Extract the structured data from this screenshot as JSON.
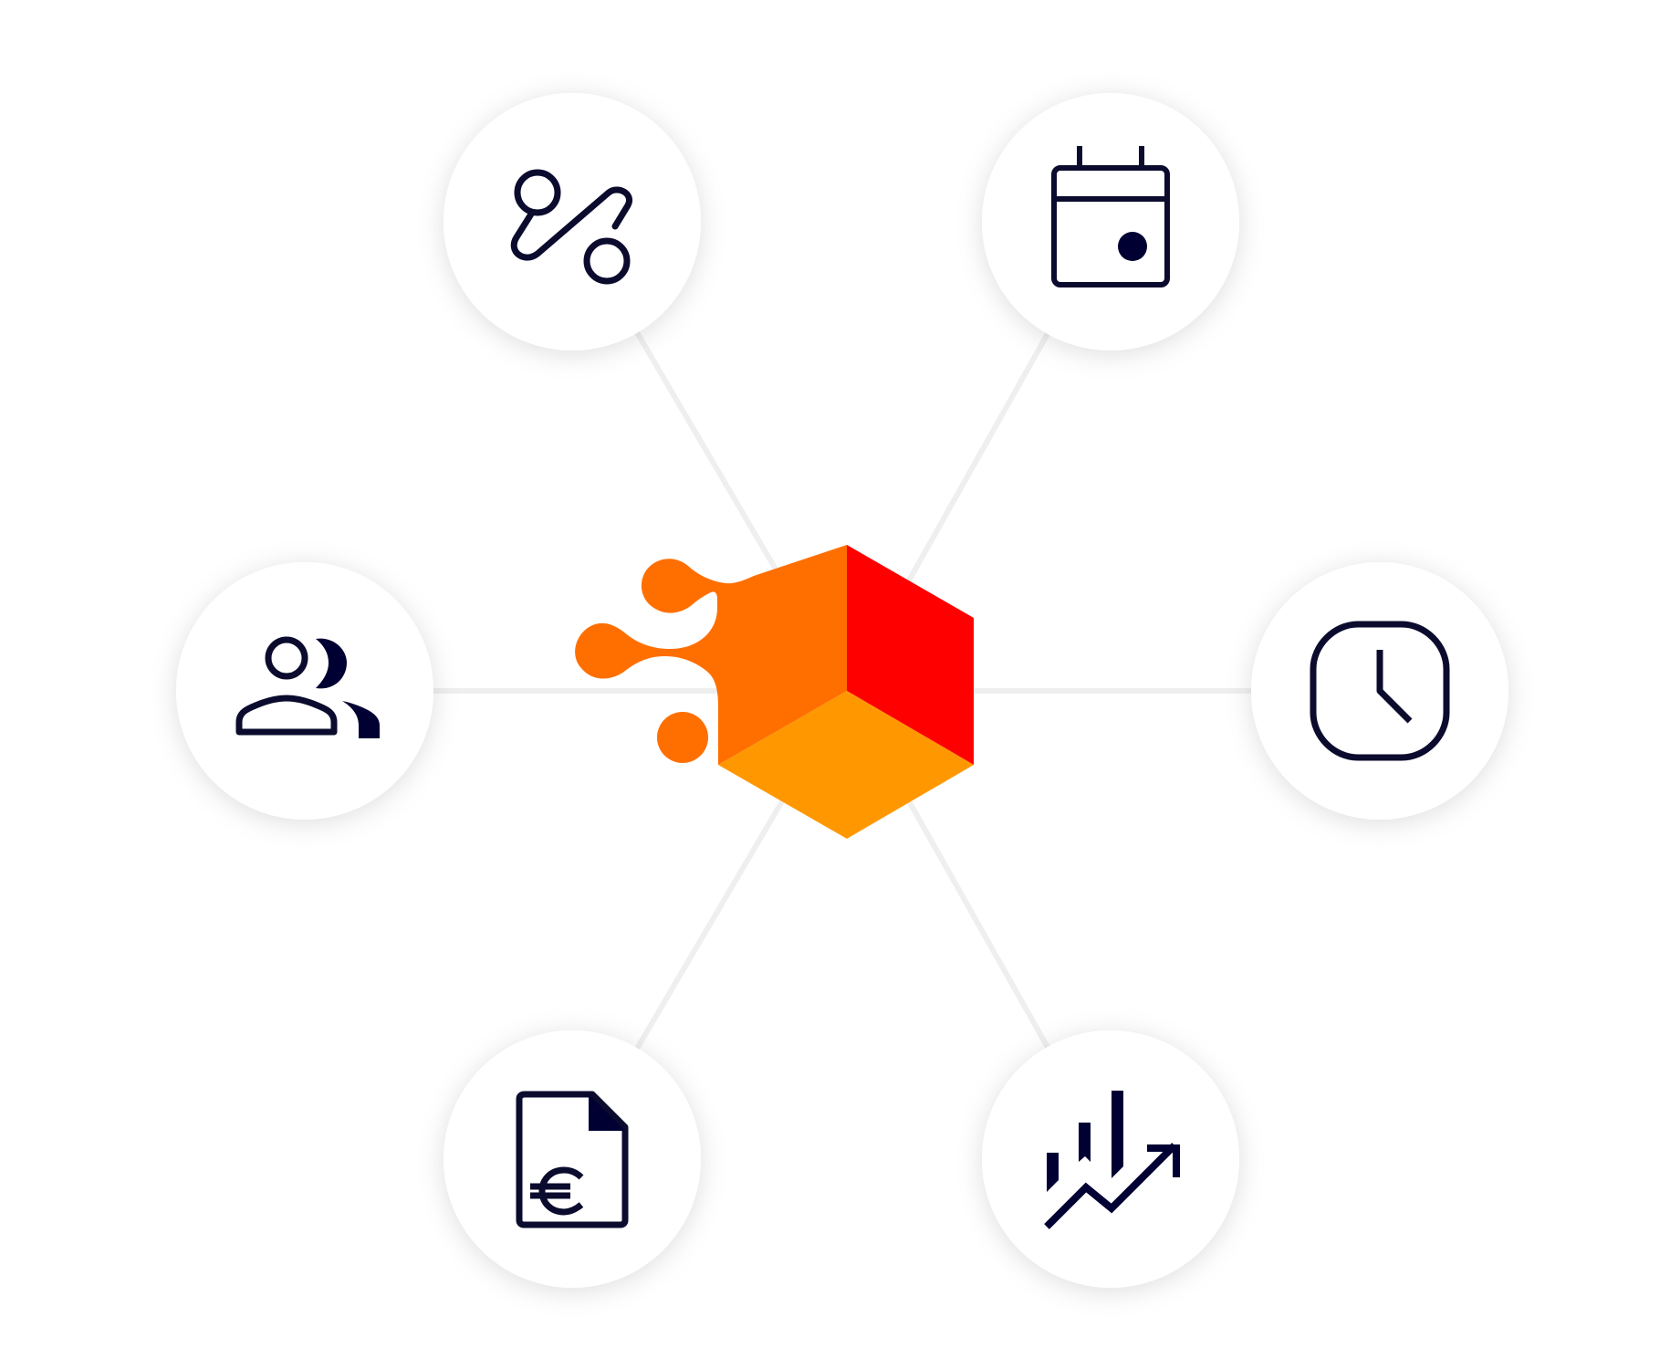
{
  "colors": {
    "background": "#ffffff",
    "connector": "#efefef",
    "node_fill": "#ffffff",
    "node_shadow": "rgba(0,0,0,0.16)",
    "icon_stroke": "#0b0b2e",
    "icon_fill": "#000033",
    "hub_left": "#ff6f00",
    "hub_right": "#ff0000",
    "hub_bottom": "#ff9800"
  },
  "hub": {
    "name": "hexagon-cube-logo"
  },
  "nodes": [
    {
      "id": "top-left",
      "icon": "percent-icon"
    },
    {
      "id": "top-right",
      "icon": "calendar-icon"
    },
    {
      "id": "left",
      "icon": "users-icon"
    },
    {
      "id": "right",
      "icon": "clock-icon"
    },
    {
      "id": "bottom-left",
      "icon": "euro-invoice-icon"
    },
    {
      "id": "bottom-right",
      "icon": "chart-trend-icon"
    }
  ]
}
